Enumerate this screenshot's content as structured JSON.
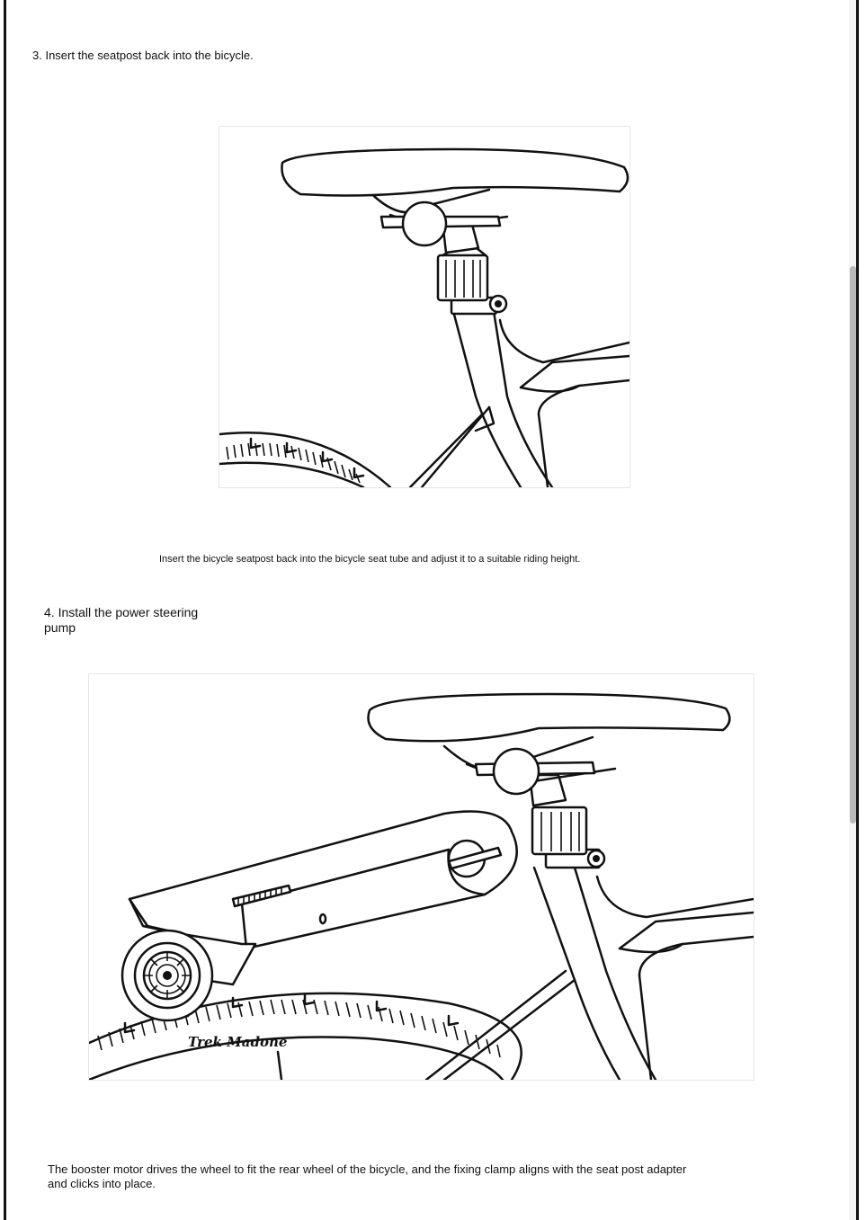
{
  "steps": [
    {
      "heading": "3. Insert the seatpost back into the bicycle.",
      "caption": "Insert the bicycle seatpost back into the bicycle seat tube and adjust it to a suitable riding height."
    },
    {
      "heading": "4. Install the power steering pump",
      "caption": "The booster motor drives the wheel to fit the rear wheel of the bicycle, and the fixing clamp aligns with the seat post adapter and clicks into place."
    }
  ],
  "illustrations": {
    "wheel_brand_text": "Trek Madone"
  }
}
